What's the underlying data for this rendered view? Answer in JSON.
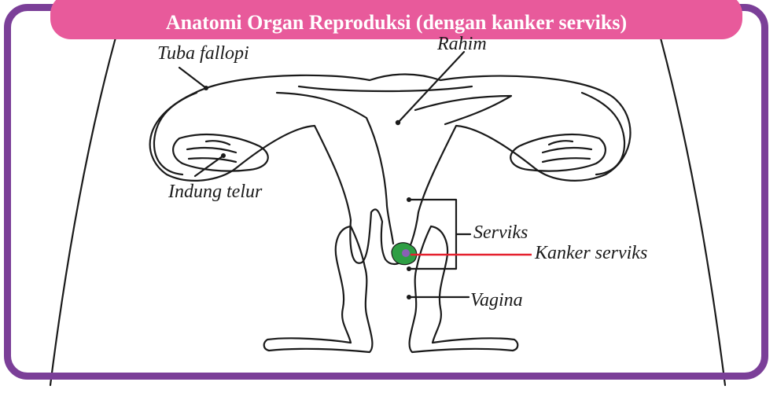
{
  "title": "Anatomi Organ Reproduksi (dengan kanker serviks)",
  "labels": {
    "tuba_fallopi": "Tuba fallopi",
    "rahim": "Rahim",
    "indung_telur": "Indung telur",
    "serviks": "Serviks",
    "kanker_serviks": "Kanker serviks",
    "vagina": "Vagina"
  },
  "colors": {
    "frame": "#7b3f98",
    "banner": "#e85a9b",
    "tumor": "#2e9e44",
    "tumor_core": "#8a5fb5",
    "pointer_red": "#e5202e"
  }
}
